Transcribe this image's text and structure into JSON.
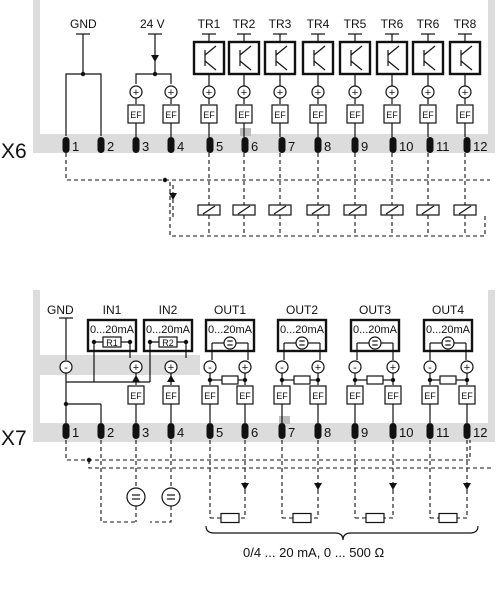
{
  "x6": {
    "connector": "X6",
    "gnd": "GND",
    "supply": "24 V",
    "pins": [
      "1",
      "2",
      "3",
      "4",
      "5",
      "6",
      "7",
      "8",
      "9",
      "10",
      "11",
      "12"
    ],
    "outputs": [
      "TR1",
      "TR2",
      "TR3",
      "TR4",
      "TR5",
      "TR6",
      "TR6",
      "TR8"
    ],
    "ef": "EF",
    "plus": "+"
  },
  "x7": {
    "connector": "X7",
    "gnd": "GND",
    "pins": [
      "1",
      "2",
      "3",
      "4",
      "5",
      "6",
      "7",
      "8",
      "9",
      "10",
      "11",
      "12"
    ],
    "inputs": [
      {
        "name": "IN1",
        "range": "0...20mA",
        "res": "R1"
      },
      {
        "name": "IN2",
        "range": "0...20mA",
        "res": "R2"
      }
    ],
    "outputs": [
      {
        "name": "OUT1",
        "range": "0...20mA"
      },
      {
        "name": "OUT2",
        "range": "0...20mA"
      },
      {
        "name": "OUT3",
        "range": "0...20mA"
      },
      {
        "name": "OUT4",
        "range": "0...20mA"
      }
    ],
    "ef": "EF",
    "plus": "+",
    "minus": "-",
    "load_note": "0/4 ... 20 mA, 0 ... 500 Ω"
  }
}
